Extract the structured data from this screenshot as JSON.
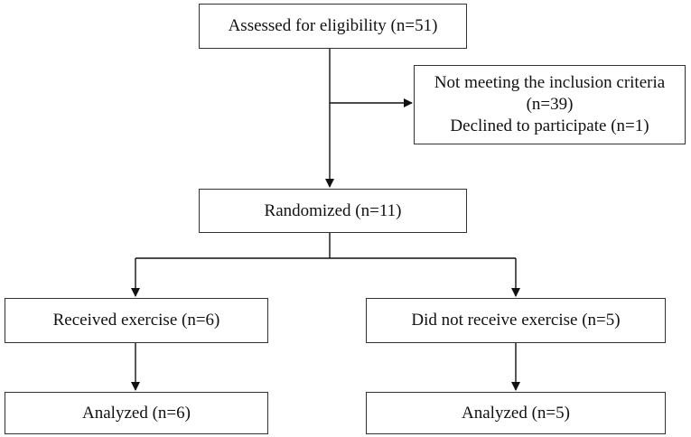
{
  "flowchart": {
    "assessed": "Assessed for eligibility (n=51)",
    "excluded": {
      "line1": "Not meeting the inclusion criteria",
      "line2": "(n=39)",
      "line3": "Declined to participate (n=1)"
    },
    "randomized": "Randomized (n=11)",
    "received_exercise": "Received exercise (n=6)",
    "did_not_receive_exercise": "Did not receive exercise (n=5)",
    "analyzed_exercise": "Analyzed (n=6)",
    "analyzed_no_exercise": "Analyzed (n=5)"
  },
  "colors": {
    "line": "#111111",
    "border": "#333333",
    "text": "#111111",
    "background": "#ffffff"
  }
}
